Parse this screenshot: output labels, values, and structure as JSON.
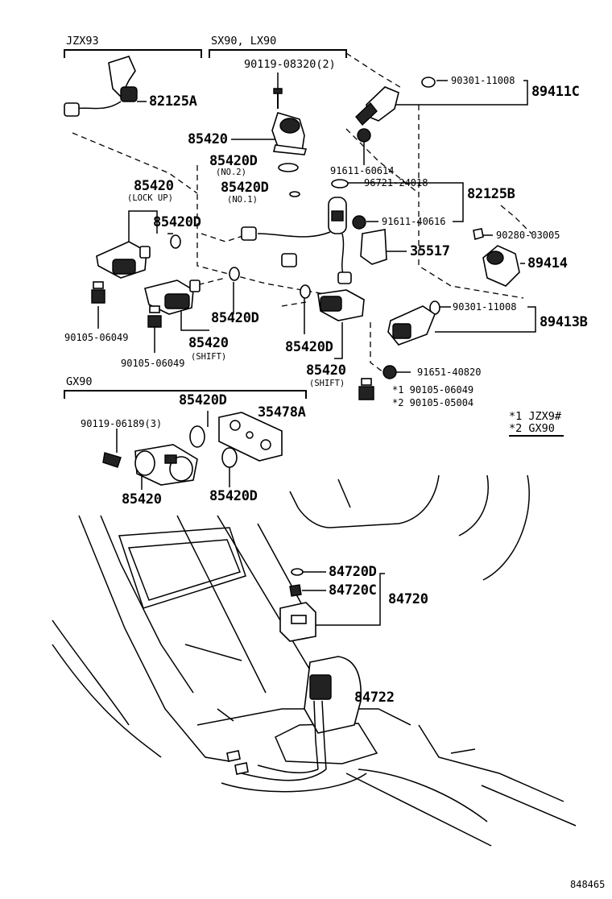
{
  "groups": {
    "jzx93": "JZX93",
    "sx90_lx90": "SX90, LX90",
    "gx90": "GX90"
  },
  "labels": {
    "p90119_08320": "90119-08320(2)",
    "p82125A": "82125A",
    "p85420_top": "85420",
    "p85420D_no2": "85420D",
    "no2": "(NO.2)",
    "p85420D_no1": "85420D",
    "no1": "(NO.1)",
    "p85420_lockup": "85420",
    "lockup": "(LOCK UP)",
    "p85420D_a": "85420D",
    "p90105_06049_a": "90105-06049",
    "p90105_06049_b": "90105-06049",
    "p85420D_b": "85420D",
    "p85420_shift_a": "85420",
    "shift_a": "(SHIFT)",
    "p85420D_c": "85420D",
    "p85420_shift_b": "85420",
    "shift_b": "(SHIFT)",
    "p90301_11008_a": "90301-11008",
    "p89411C": "89411C",
    "p91611_60614": "91611-60614",
    "p96721_24018": "96721-24018",
    "p82125B": "82125B",
    "p91611_40616": "91611-40616",
    "p90280_03005": "90280-03005",
    "p35517": "35517",
    "p89414": "89414",
    "p90301_11008_b": "90301-11008",
    "p89413B": "89413B",
    "p91651_40820": "91651-40820",
    "star1_part": "*1 90105-06049",
    "star2_part": "*2 90105-05004",
    "star1_note": "*1  JZX9#",
    "star2_note": "*2  GX90",
    "p85420D_gx_a": "85420D",
    "p35478A": "35478A",
    "p90119_06189": "90119-06189(3)",
    "p85420_gx": "85420",
    "p85420D_gx_b": "85420D",
    "p84720D": "84720D",
    "p84720C": "84720C",
    "p84720": "84720",
    "p84722": "84722",
    "figure_no": "848465"
  }
}
